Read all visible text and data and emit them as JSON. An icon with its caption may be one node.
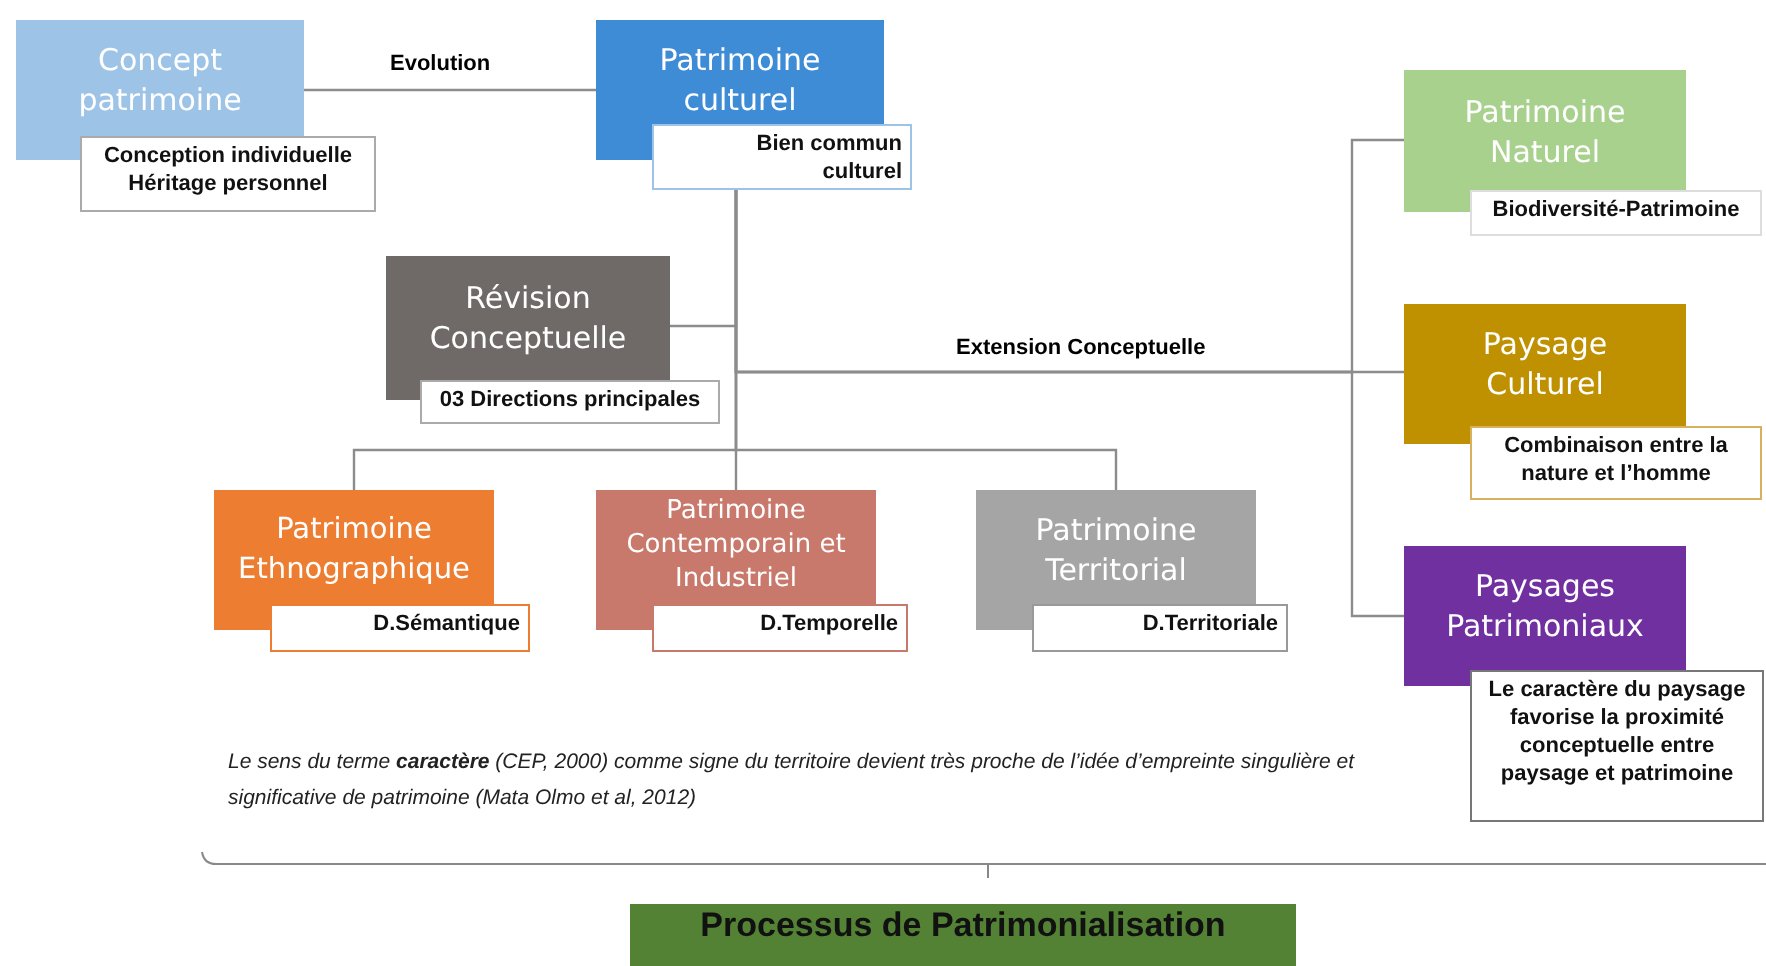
{
  "diagram": {
    "nodes": [
      {
        "text": [
          "Concept patrimoine",
          "Conception individuelle Héritage personnel"
        ]
      },
      {
        "text": [
          "Patrimoine culturel",
          "Bien commun culturel"
        ]
      },
      {
        "text": [
          "Révision Conceptuelle",
          "03 Directions principales"
        ]
      },
      {
        "text": [
          "Patrimoine Ethnographique",
          "D.Sémantique"
        ]
      },
      {
        "text": [
          "Patrimoine Contemporain et Industriel",
          "D.Temporelle"
        ]
      },
      {
        "text": [
          "Patrimoine Territorial",
          "D.Territoriale"
        ]
      },
      {
        "text": [
          "Patrimoine Naturel",
          "Biodiversité-Patrimoine"
        ]
      },
      {
        "text": [
          "Paysage Culturel",
          "Combinaison entre la nature et l’homme"
        ]
      },
      {
        "text": [
          "Paysages Patrimoniaux",
          "Le caractère du paysage favorise la proximité conceptuelle entre paysage et patrimoine"
        ]
      },
      {
        "text": [
          "Processus de Patrimonialisation"
        ]
      }
    ],
    "edges": [
      {
        "from": 0,
        "to": 1,
        "arrow": "none",
        "label": "Evolution"
      },
      {
        "from": 1,
        "to": 2,
        "arrow": "none"
      },
      {
        "from": 1,
        "to": 3,
        "arrow": "none"
      },
      {
        "from": 1,
        "to": 4,
        "arrow": "none"
      },
      {
        "from": 1,
        "to": 5,
        "arrow": "none"
      },
      {
        "from": 1,
        "to": 6,
        "arrow": "none"
      },
      {
        "from": 1,
        "to": 7,
        "arrow": "none",
        "label": "Extension Conceptuelle"
      },
      {
        "from": 1,
        "to": 8,
        "arrow": "none"
      }
    ],
    "labels": [
      "Le sens du terme **caractère** (CEP, 2000) comme signe du territoire devient très proche de l’idée d’empreinte singulière et significative de patrimoine (Mata Olmo et al, 2012)"
    ]
  }
}
